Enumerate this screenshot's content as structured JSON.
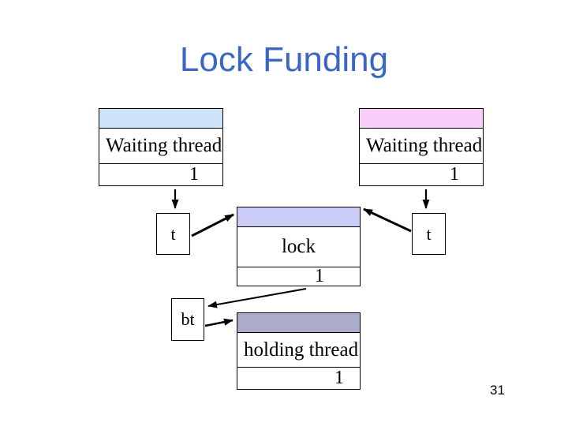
{
  "slide": {
    "title": "Lock Funding",
    "page_number": "31"
  },
  "colors": {
    "title_text": "#3B66C4",
    "waiting_left_header": "#CDE3F7",
    "waiting_right_header": "#F8CDF8",
    "lock_header": "#CCCCF8",
    "holding_header": "#ABABCB",
    "border": "#000000",
    "arrow": "#000000"
  },
  "boxes": {
    "waiting_left": {
      "label": "Waiting thread",
      "value": "1"
    },
    "waiting_right": {
      "label": "Waiting thread",
      "value": "1"
    },
    "lock": {
      "label": "lock",
      "value": "1"
    },
    "holding": {
      "label": "holding thread",
      "value": "1"
    },
    "t_left": {
      "label": "t"
    },
    "t_right": {
      "label": "t"
    },
    "bt": {
      "label": "bt"
    }
  }
}
